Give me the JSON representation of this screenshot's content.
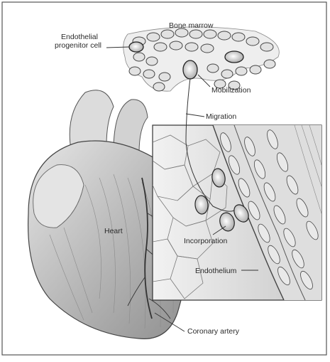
{
  "labels": {
    "bone_marrow": "Bone marrow",
    "progenitor_line1": "Endothelial",
    "progenitor_line2": "progenitor cell",
    "mobilization": "Mobilization",
    "migration": "Migration",
    "heart": "Heart",
    "incorporation": "Incorporation",
    "endothelium": "Endothelium",
    "coronary_artery": "Coronary artery"
  },
  "colors": {
    "ink": "#2a2a2a",
    "cell_fill": "#d8d8d8",
    "shade": "#9a9a9a",
    "paper": "#ffffff",
    "frame": "#555555"
  }
}
